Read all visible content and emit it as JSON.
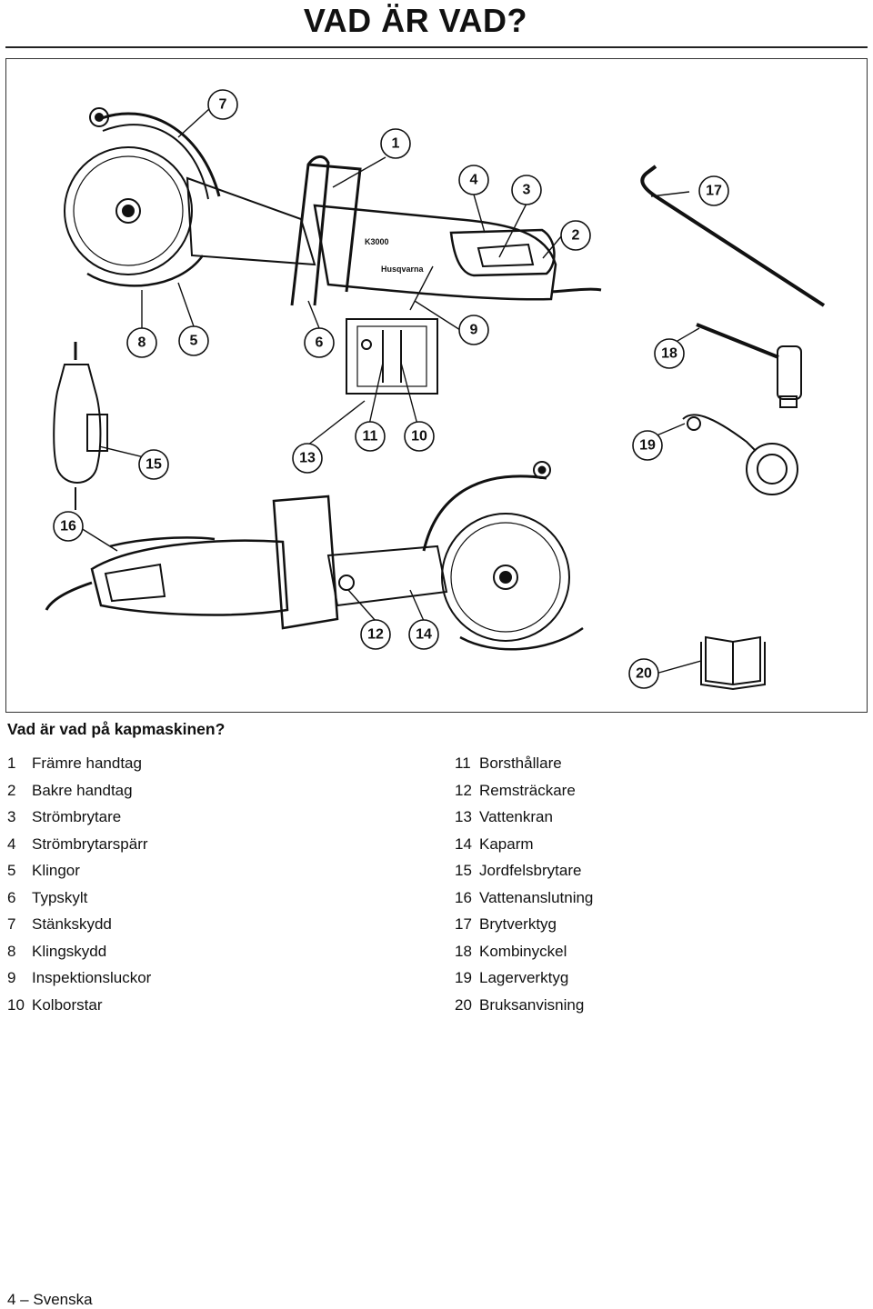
{
  "header": {
    "title": "VAD ÄR VAD?"
  },
  "figure": {
    "callouts": [
      "1",
      "2",
      "3",
      "4",
      "5",
      "6",
      "7",
      "8",
      "9",
      "10",
      "11",
      "12",
      "13",
      "14",
      "15",
      "16",
      "17",
      "18",
      "19",
      "20"
    ],
    "brand": "Husqvarna",
    "model": "K3000"
  },
  "caption": "Vad är vad på kapmaskinen?",
  "legend": {
    "left": [
      {
        "num": "1",
        "label": "Främre handtag"
      },
      {
        "num": "2",
        "label": "Bakre handtag"
      },
      {
        "num": "3",
        "label": "Strömbrytare"
      },
      {
        "num": "4",
        "label": "Strömbrytarspärr"
      },
      {
        "num": "5",
        "label": "Klingor"
      },
      {
        "num": "6",
        "label": "Typskylt"
      },
      {
        "num": "7",
        "label": "Stänkskydd"
      },
      {
        "num": "8",
        "label": "Klingskydd"
      },
      {
        "num": "9",
        "label": "Inspektionsluckor"
      },
      {
        "num": "10",
        "label": "Kolborstar"
      }
    ],
    "right": [
      {
        "num": "11",
        "label": "Borsthållare"
      },
      {
        "num": "12",
        "label": "Remsträckare"
      },
      {
        "num": "13",
        "label": "Vattenkran"
      },
      {
        "num": "14",
        "label": "Kaparm"
      },
      {
        "num": "15",
        "label": "Jordfelsbrytare"
      },
      {
        "num": "16",
        "label": "Vattenanslutning"
      },
      {
        "num": "17",
        "label": "Brytverktyg"
      },
      {
        "num": "18",
        "label": "Kombinyckel"
      },
      {
        "num": "19",
        "label": "Lagerverktyg"
      },
      {
        "num": "20",
        "label": "Bruksanvisning"
      }
    ]
  },
  "footer": {
    "page": "4 – Svenska"
  }
}
